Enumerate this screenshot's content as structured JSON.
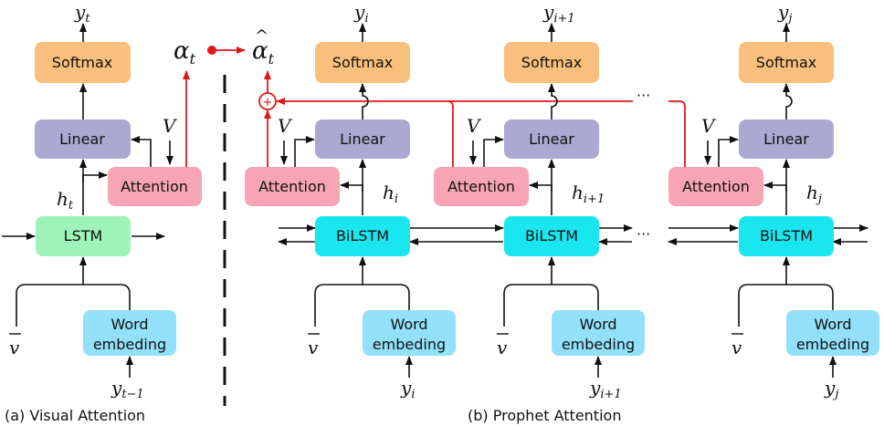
{
  "colors": {
    "softmax": "#f9bf7c",
    "linear": "#aba8d2",
    "attention": "#f7a5b5",
    "lstm": "#9df3b8",
    "bilstm": "#19e6ef",
    "word": "#92e0f9",
    "arrow": "#111111",
    "red": "#e01818",
    "dash": "#111111"
  },
  "left": {
    "y_top": "y",
    "y_top_sub": "t",
    "softmax": "Softmax",
    "linear": "Linear",
    "V": "V",
    "attention": "Attention",
    "h": "h",
    "h_sub": "t",
    "lstm": "LSTM",
    "v_bar": "v",
    "word_line1": "Word",
    "word_line2": "embeding",
    "y_bottom": "y",
    "y_bottom_sub": "t−1"
  },
  "alpha": "α",
  "alpha_sub": "t",
  "alpha_hat": "α",
  "alpha_hat_sub": "t",
  "right": {
    "softmax": "Softmax",
    "linear": "Linear",
    "V": "V",
    "attention": "Attention",
    "bilstm": "BiLSTM",
    "v_bar": "v",
    "word_line1": "Word",
    "word_line2": "embeding",
    "ellipsis": "···",
    "columns": [
      {
        "y_top": "y",
        "y_top_sub": "i",
        "h": "h",
        "h_sub": "i",
        "y_bottom": "y",
        "y_bottom_sub": "i"
      },
      {
        "y_top": "y",
        "y_top_sub": "i+1",
        "h": "h",
        "h_sub": "i+1",
        "y_bottom": "y",
        "y_bottom_sub": "i+1"
      },
      {
        "y_top": "y",
        "y_top_sub": "j",
        "h": "h",
        "h_sub": "j",
        "y_bottom": "y",
        "y_bottom_sub": "j"
      }
    ]
  },
  "captions": {
    "left": "(a) Visual Attention",
    "right": "(b) Prophet Attention"
  }
}
